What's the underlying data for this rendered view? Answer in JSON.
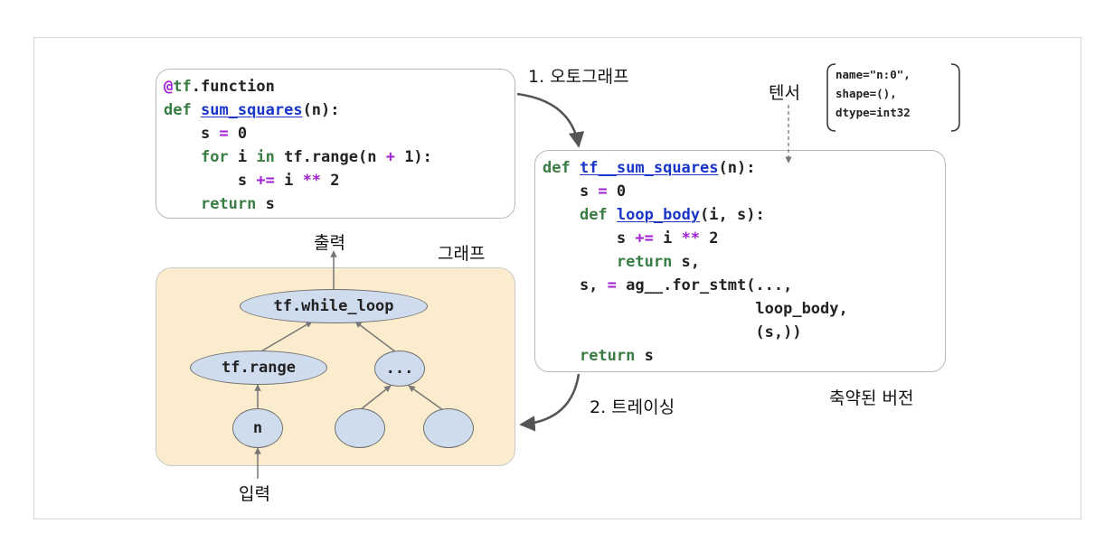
{
  "labels": {
    "autograph": "1. 오토그래프",
    "tracing": "2. 트레이싱",
    "tensor": "텐서",
    "output": "출력",
    "graph": "그래프",
    "input": "입력",
    "simplified": "축약된 버전"
  },
  "tensor_info": "name=\"n:0\",\nshape=(),\ndtype=int32",
  "code_original": {
    "lines": [
      "@tf.function",
      "def sum_squares(n):",
      "    s = 0",
      "    for i in tf.range(n + 1):",
      "        s += i ** 2",
      "    return s"
    ]
  },
  "code_converted": {
    "lines": [
      "def tf__sum_squares(n):",
      "    s = 0",
      "    def loop_body(i, s):",
      "        s += i ** 2",
      "        return s,",
      "    s, = ag__.for_stmt(...,",
      "                       loop_body,",
      "                       (s,))",
      "    return s"
    ]
  },
  "graph_nodes": {
    "while_loop": "tf.while_loop",
    "range": "tf.range",
    "ellipsis": "...",
    "n": "n",
    "leaf_left": "",
    "leaf_right": ""
  },
  "colors": {
    "keyword": "#3a7d44",
    "function_name": "#1a36c8",
    "operator": "#a21fd2",
    "graph_background": "#fbeccd",
    "node_fill": "#cfdcee"
  }
}
